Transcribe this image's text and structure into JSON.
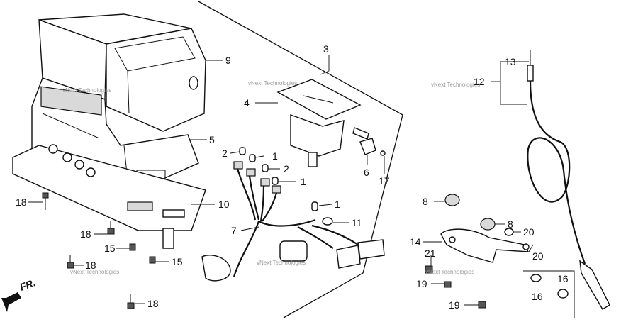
{
  "diagram": {
    "watermark_text": "vNext Technologies",
    "direction_label": "FR.",
    "callouts": {
      "c9": "9",
      "c5": "5",
      "c10": "10",
      "c3": "3",
      "c4": "4",
      "c2a": "2",
      "c1a": "1",
      "c2b": "2",
      "c1b": "1",
      "c1c": "1",
      "c6": "6",
      "c17": "17",
      "c11": "11",
      "c7": "7",
      "c18a": "18",
      "c18b": "18",
      "c18c": "18",
      "c18d": "18",
      "c15a": "15",
      "c15b": "15",
      "c13": "13",
      "c12": "12",
      "c8a": "8",
      "c8b": "8",
      "c20a": "20",
      "c20b": "20",
      "c14": "14",
      "c21": "21",
      "c19a": "19",
      "c19b": "19",
      "c16a": "16",
      "c16b": "16"
    }
  }
}
